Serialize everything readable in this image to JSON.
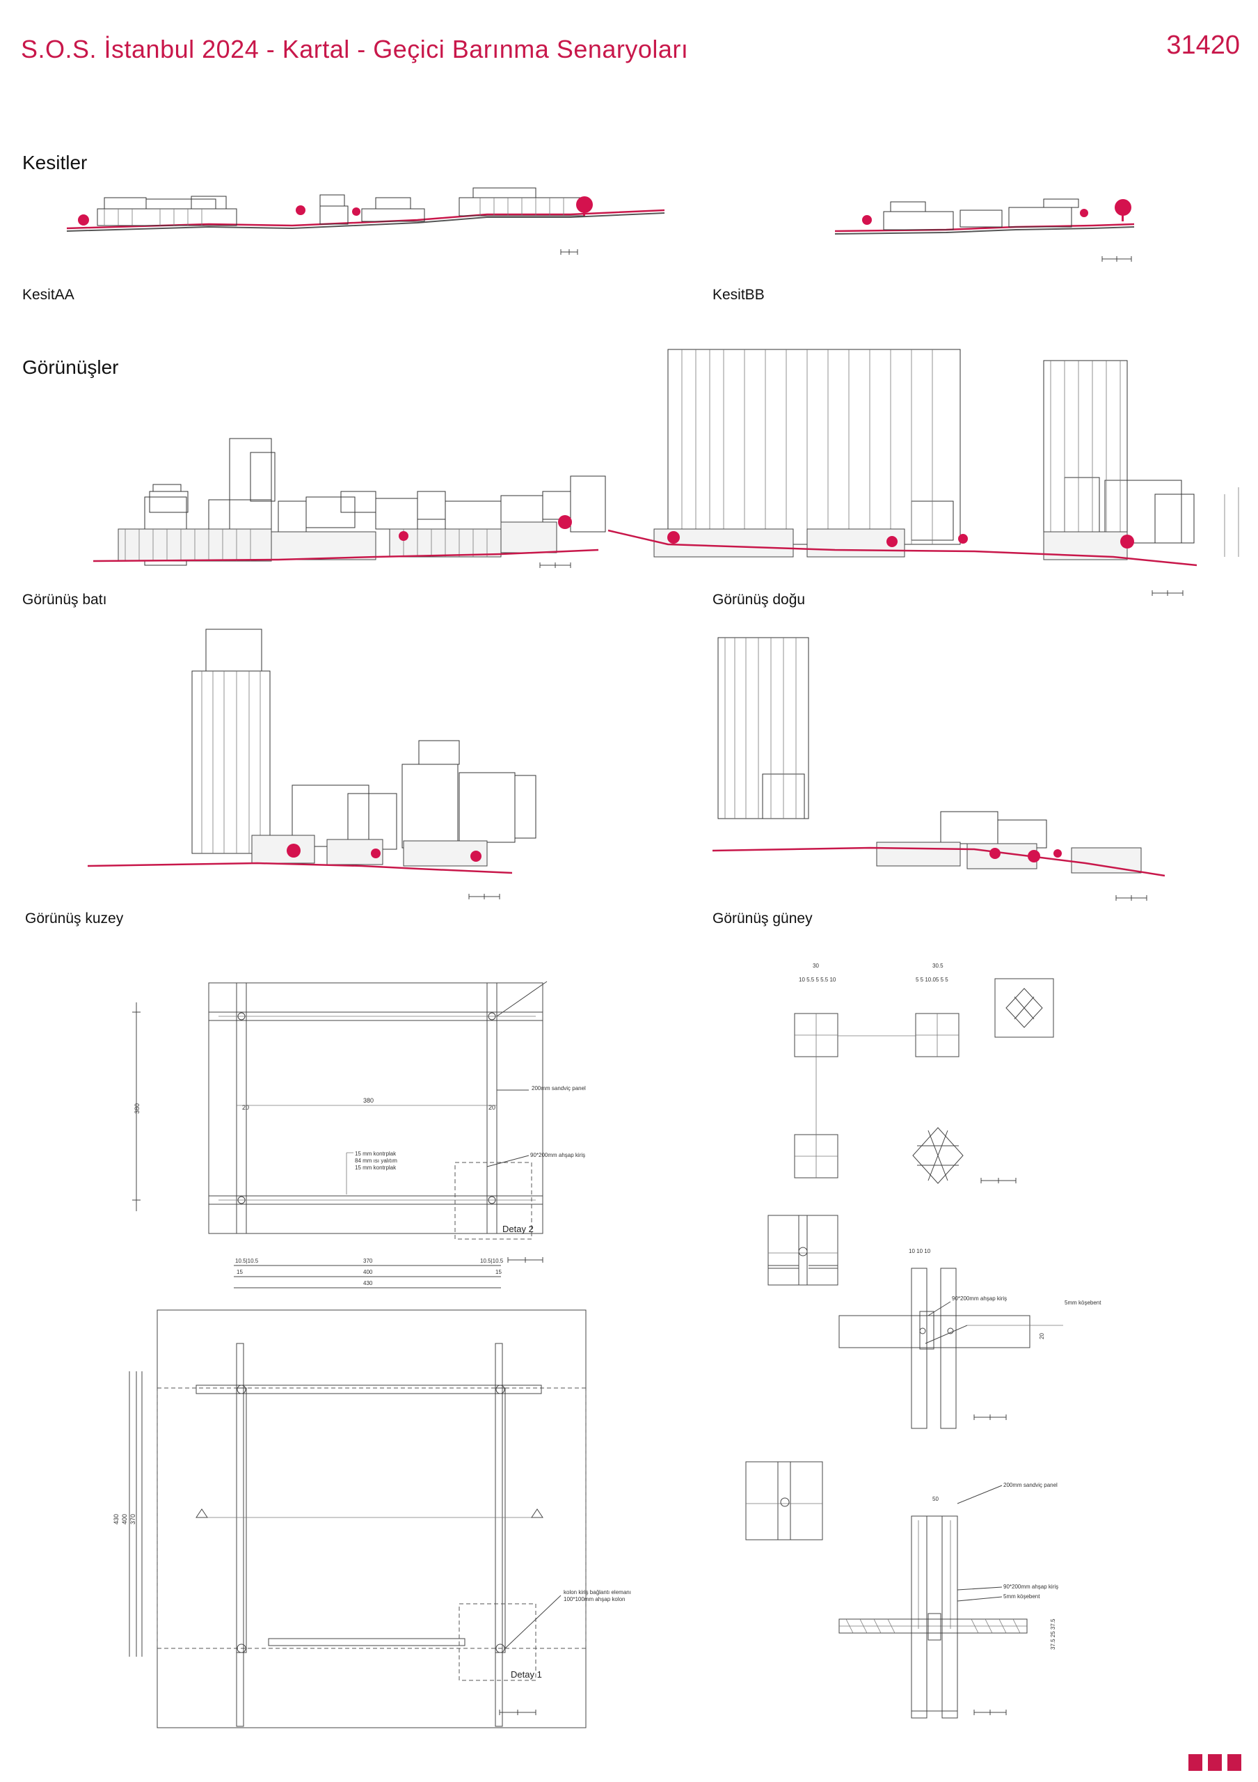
{
  "header": {
    "title": "S.O.S. İstanbul 2024 - Kartal -  Geçici Barınma Senaryoları",
    "code": "31420"
  },
  "sections": {
    "kesitler": {
      "heading": "Kesitler",
      "caption_a": "KesitAA",
      "caption_b": "KesitBB"
    },
    "gorunusler": {
      "heading": "Görünüşler",
      "caption_bati": "Görünüş batı",
      "caption_dogu": "Görünüş doğu",
      "caption_kuzey": "Görünüş kuzey",
      "caption_guney": "Görünüş güney"
    }
  },
  "details": {
    "plan_top": {
      "dims_bottom_1": "10.5|10.5",
      "dims_bottom_2": "370",
      "dims_bottom_3": "10.5|10.5",
      "dims_row2_1": "15",
      "dims_row2_2": "400",
      "dims_row2_3": "15",
      "dims_row3": "430",
      "dim_inner": "380",
      "dim_left": "20",
      "dim_right": "20",
      "dim_vert": "380",
      "note_panel": "200mm sandviç panel",
      "note_beam": "90*200mm ahşap kiriş",
      "note_layer1": "15 mm kontrplak",
      "note_layer2": "84 mm ısı yalıtım",
      "note_layer3": "15 mm kontrplak",
      "detail_label": "Detay 2"
    },
    "plan_bottom": {
      "dim_vert_1": "430",
      "dim_vert_2": "400",
      "dim_vert_3": "370",
      "note_connector": "kolon kiriş bağlantı elemanı",
      "note_column": "100*100mm ahşap kolon",
      "detail_label": "Detay 1"
    },
    "joint_details": {
      "dim_top_1": "30",
      "dim_top_2": "10 5.5 5 5.5 10",
      "dim_top_3": "30.5",
      "dim_top_4": "5 5 10.05 5 5",
      "dim_mid": "10 10 10",
      "note_beam": "90*200mm ahşap kiriş",
      "note_plate": "5mm köşebent",
      "dim_side": "20",
      "note_panel": "200mm sandviç panel",
      "dim_50": "50",
      "note_beam2": "90*200mm ahşap kiriş",
      "note_plate2": "5mm köşebent",
      "dim_side2": "37.5  25  37.5"
    }
  },
  "colors": {
    "accent": "#c8174a",
    "line": "#333333"
  }
}
